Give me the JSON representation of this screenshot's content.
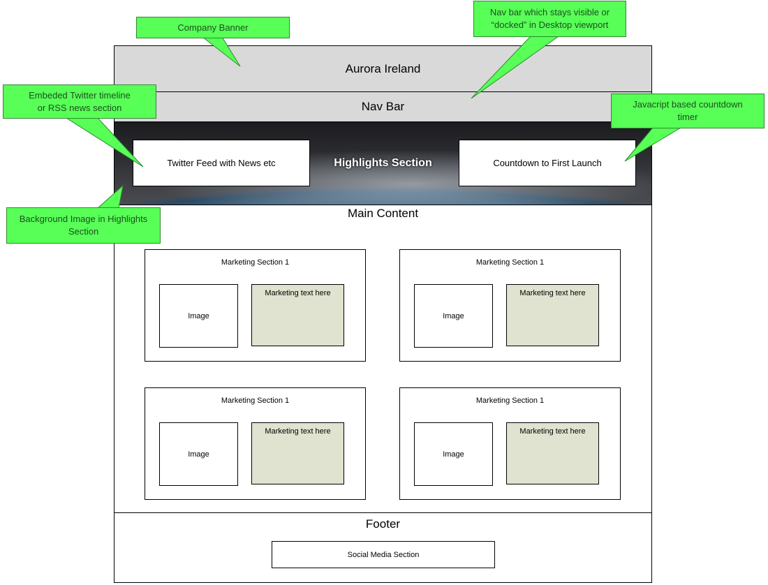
{
  "banner": {
    "title": "Aurora Ireland"
  },
  "navbar": {
    "title": "Nav Bar"
  },
  "highlights": {
    "title": "Highlights Section",
    "twitter_box": "Twitter Feed with News etc",
    "countdown_box": "Countdown to First Launch"
  },
  "main": {
    "title": "Main Content",
    "cards": [
      {
        "title": "Marketing Section 1",
        "image": "Image",
        "text": "Marketing text here"
      },
      {
        "title": "Marketing Section 1",
        "image": "Image",
        "text": "Marketing text here"
      },
      {
        "title": "Marketing Section 1",
        "image": "Image",
        "text": "Marketing text here"
      },
      {
        "title": "Marketing Section 1",
        "image": "Image",
        "text": "Marketing text here"
      }
    ]
  },
  "footer": {
    "title": "Footer",
    "social": "Social Media Section"
  },
  "callouts": {
    "company_banner": "Company Banner",
    "nav_docked": "Nav bar which stays visible or\n“docked” in Desktop viewport",
    "twitter": "Embeded Twitter timeline\nor RSS news section",
    "countdown": "Javacript based countdown\ntimer",
    "background": "Background Image in Highlights\nSection"
  },
  "colors": {
    "callout_fill": "#57ff57",
    "callout_border": "#2e8b2e",
    "marketing_text_bg": "#dfe3cf",
    "bar_gray": "#d9d9d9"
  }
}
